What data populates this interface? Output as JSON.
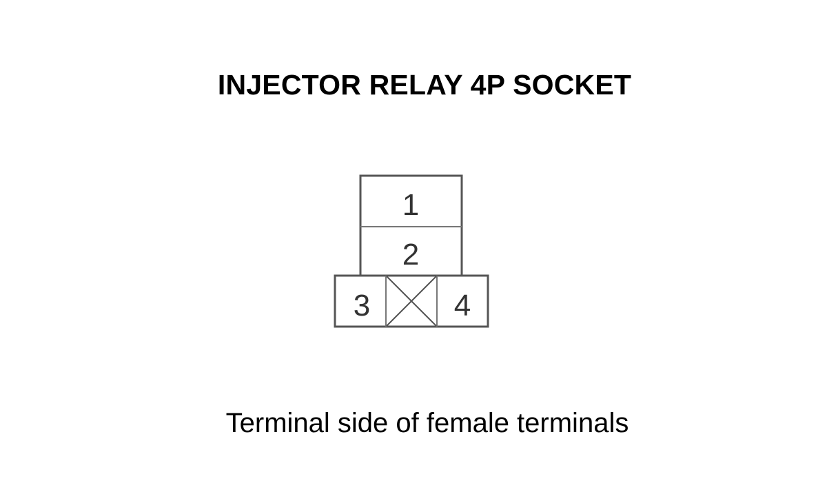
{
  "title": "INJECTOR RELAY 4P SOCKET",
  "caption": "Terminal side of female terminals",
  "terminals": [
    {
      "label": "1"
    },
    {
      "label": "2"
    },
    {
      "label": "3"
    },
    {
      "label": "4"
    }
  ]
}
